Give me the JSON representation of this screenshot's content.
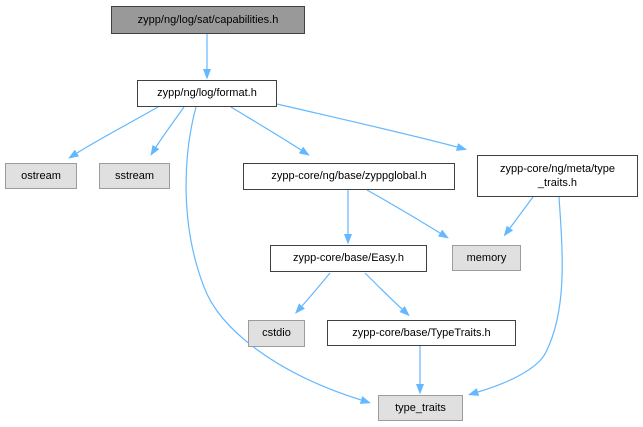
{
  "diagram": {
    "kind": "include-dependency-graph",
    "colors": {
      "edge": "#63b8ff",
      "current_node_fill": "#999999",
      "node_border": "#404040",
      "header_node_fill": "#ffffff",
      "system_node_fill": "#e0e0e0",
      "system_node_border": "#9c9c9c",
      "background": "#ffffff",
      "text": "#000000"
    },
    "nodes": [
      {
        "id": "capabilities",
        "label": "zypp/ng/log/sat/capabilities.h",
        "type": "current"
      },
      {
        "id": "format",
        "label": "zypp/ng/log/format.h",
        "type": "header"
      },
      {
        "id": "ostream",
        "label": "ostream",
        "type": "system"
      },
      {
        "id": "sstream",
        "label": "sstream",
        "type": "system"
      },
      {
        "id": "zyppglobal",
        "label": "zypp-core/ng/base/zyppglobal.h",
        "type": "header"
      },
      {
        "id": "meta-type-traits",
        "label": "zypp-core/ng/meta/type\n_traits.h",
        "type": "header"
      },
      {
        "id": "memory",
        "label": "memory",
        "type": "system"
      },
      {
        "id": "easy",
        "label": "zypp-core/base/Easy.h",
        "type": "header"
      },
      {
        "id": "cstdio",
        "label": "cstdio",
        "type": "system"
      },
      {
        "id": "typetraits-h",
        "label": "zypp-core/base/TypeTraits.h",
        "type": "header"
      },
      {
        "id": "type-traits",
        "label": "type_traits",
        "type": "system"
      }
    ],
    "edges": [
      {
        "from": "capabilities",
        "to": "format"
      },
      {
        "from": "format",
        "to": "ostream"
      },
      {
        "from": "format",
        "to": "sstream"
      },
      {
        "from": "format",
        "to": "zyppglobal"
      },
      {
        "from": "format",
        "to": "meta-type-traits"
      },
      {
        "from": "format",
        "to": "type-traits"
      },
      {
        "from": "zyppglobal",
        "to": "easy"
      },
      {
        "from": "zyppglobal",
        "to": "memory"
      },
      {
        "from": "meta-type-traits",
        "to": "memory"
      },
      {
        "from": "meta-type-traits",
        "to": "type-traits"
      },
      {
        "from": "easy",
        "to": "cstdio"
      },
      {
        "from": "easy",
        "to": "typetraits-h"
      },
      {
        "from": "typetraits-h",
        "to": "type-traits"
      }
    ]
  }
}
